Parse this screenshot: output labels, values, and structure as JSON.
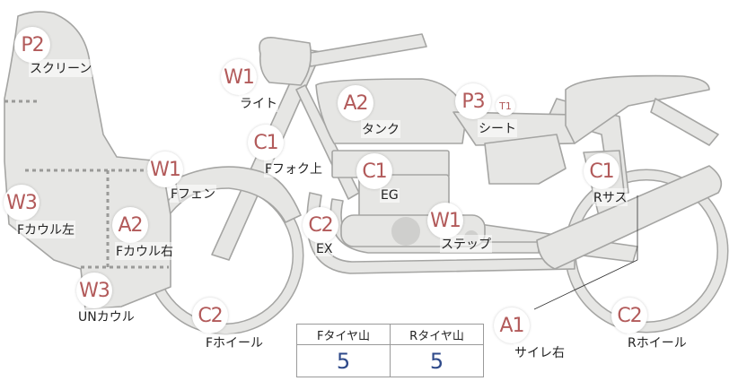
{
  "parts": [
    {
      "id": "screen",
      "grade": "P2",
      "label": "スクリーン"
    },
    {
      "id": "light",
      "grade": "W1",
      "label": "ライト"
    },
    {
      "id": "tank",
      "grade": "A2",
      "label": "タンク"
    },
    {
      "id": "seat",
      "grade": "P3",
      "sub": "T1",
      "label": "シート"
    },
    {
      "id": "ffork",
      "grade": "C1",
      "label": "Fフォク上"
    },
    {
      "id": "ffender",
      "grade": "W1",
      "label": "Fフェン"
    },
    {
      "id": "engine",
      "grade": "C1",
      "label": "EG"
    },
    {
      "id": "rsus",
      "grade": "C1",
      "label": "Rサス"
    },
    {
      "id": "lcowl",
      "grade": "W3",
      "label": "Fカウル左"
    },
    {
      "id": "rcowl",
      "grade": "A2",
      "label": "Fカウル右"
    },
    {
      "id": "exhaust",
      "grade": "C2",
      "label": "EX"
    },
    {
      "id": "step",
      "grade": "W1",
      "label": "ステップ"
    },
    {
      "id": "uncowl",
      "grade": "W3",
      "label": "UNカウル"
    },
    {
      "id": "fwheel",
      "grade": "C2",
      "label": "Fホイール"
    },
    {
      "id": "silencer",
      "grade": "A1",
      "label": "サイレ右"
    },
    {
      "id": "rwheel",
      "grade": "C2",
      "label": "Rホイール"
    }
  ],
  "tire_table": {
    "headers": [
      "Fタイヤ山",
      "Rタイヤ山"
    ],
    "values": [
      "5",
      "5"
    ]
  }
}
